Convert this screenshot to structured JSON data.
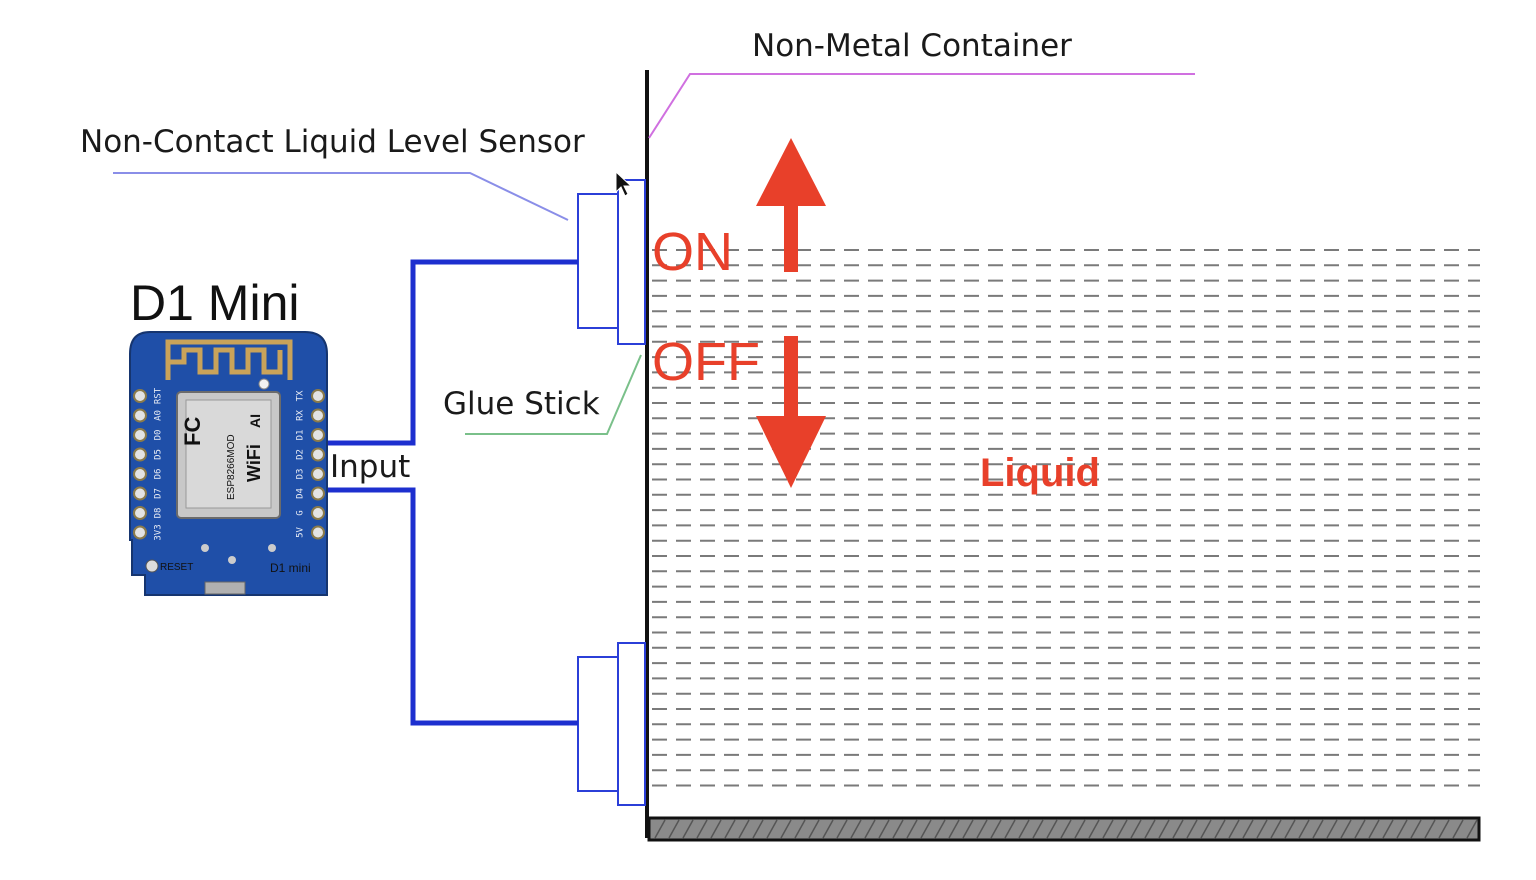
{
  "labels": {
    "container": "Non-Metal Container",
    "sensor": "Non-Contact Liquid Level Sensor",
    "board_title": "D1 Mini",
    "glue": "Glue Stick",
    "input": "Input",
    "on": "ON",
    "off": "OFF",
    "liquid": "Liquid"
  },
  "board": {
    "left_pins": [
      "RST",
      "A0",
      "D0",
      "D5",
      "D6",
      "D7",
      "D8",
      "3V3"
    ],
    "right_pins": [
      "TX",
      "RX",
      "D1",
      "D2",
      "D3",
      "D4",
      "G",
      "5V"
    ],
    "module_text": [
      "AI",
      "WiFi",
      "ESP8266MOD"
    ],
    "fc_mark": "FC",
    "reset_text": "RESET",
    "silk_text": "D1 mini"
  },
  "colors": {
    "wire": "#1d2fcf",
    "sensor_outline": "#2b3fd8",
    "container_callout": "#d070e0",
    "sensor_callout": "#8a8ee8",
    "glue_callout": "#7ac08a",
    "arrow": "#e8402a",
    "board_blue": "#1f4fa8",
    "liquid_dash": "#7a7a7a"
  }
}
